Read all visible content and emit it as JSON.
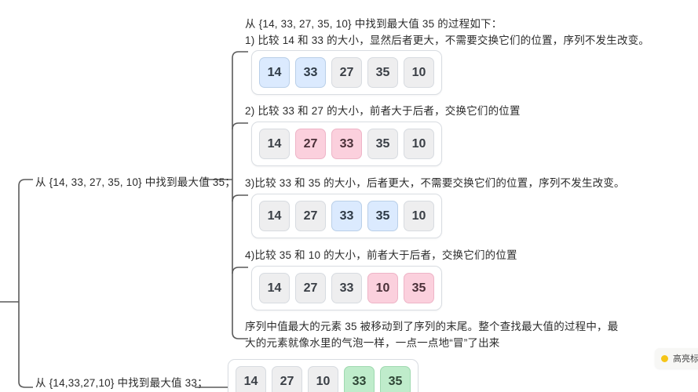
{
  "tree": {
    "root_branches": [
      {
        "label": "从 {14, 33, 27, 35, 10} 中找到最大值 35；"
      },
      {
        "label": "从 {14,33,27,10} 中找到最大值 33；"
      }
    ]
  },
  "detail": {
    "intro": "从 {14, 33, 27, 35, 10} 中找到最大值 35 的过程如下：",
    "step1_text": "1) 比较 14 和 33 的大小，显然后者更大，不需要交换它们的位置，序列不发生改变。",
    "step2_text": "2) 比较 33 和 27 的大小，前者大于后者，交换它们的位置",
    "step3_text": "3)比较 33 和 35 的大小，后者更大，不需要交换它们的位置，序列不发生改变。",
    "step4_text": "4)比较 35 和 10 的大小，前者大于后者，交换它们的位置",
    "summary": "序列中值最大的元素 35 被移动到了序列的末尾。整个查找最大值的过程中，最大的元素就像水里的气泡一样，一点一点地“冒”了出来"
  },
  "arrays": {
    "step1": {
      "cells": [
        {
          "value": "14",
          "state": "blue"
        },
        {
          "value": "33",
          "state": "blue"
        },
        {
          "value": "27",
          "state": "plain"
        },
        {
          "value": "35",
          "state": "plain"
        },
        {
          "value": "10",
          "state": "plain"
        }
      ]
    },
    "step2": {
      "cells": [
        {
          "value": "14",
          "state": "plain"
        },
        {
          "value": "27",
          "state": "pink"
        },
        {
          "value": "33",
          "state": "pink"
        },
        {
          "value": "35",
          "state": "plain"
        },
        {
          "value": "10",
          "state": "plain"
        }
      ]
    },
    "step3": {
      "cells": [
        {
          "value": "14",
          "state": "plain"
        },
        {
          "value": "27",
          "state": "plain"
        },
        {
          "value": "33",
          "state": "blue"
        },
        {
          "value": "35",
          "state": "blue"
        },
        {
          "value": "10",
          "state": "plain"
        }
      ]
    },
    "step4": {
      "cells": [
        {
          "value": "14",
          "state": "plain"
        },
        {
          "value": "27",
          "state": "plain"
        },
        {
          "value": "33",
          "state": "plain"
        },
        {
          "value": "10",
          "state": "pink"
        },
        {
          "value": "35",
          "state": "pink"
        }
      ]
    },
    "round2": {
      "cells": [
        {
          "value": "14",
          "state": "plain"
        },
        {
          "value": "27",
          "state": "plain"
        },
        {
          "value": "10",
          "state": "plain"
        },
        {
          "value": "33",
          "state": "green"
        },
        {
          "value": "35",
          "state": "green"
        }
      ]
    }
  },
  "badge": {
    "label": "高亮标记",
    "dot_color": "#f5c518"
  },
  "colors": {
    "blue_fill": "#dbeafe",
    "pink_fill": "#fbd0dd",
    "green_fill": "#bfeccb",
    "plain_fill": "#eeeeef",
    "line": "#5a5a5a",
    "text": "#2b2b2b"
  }
}
